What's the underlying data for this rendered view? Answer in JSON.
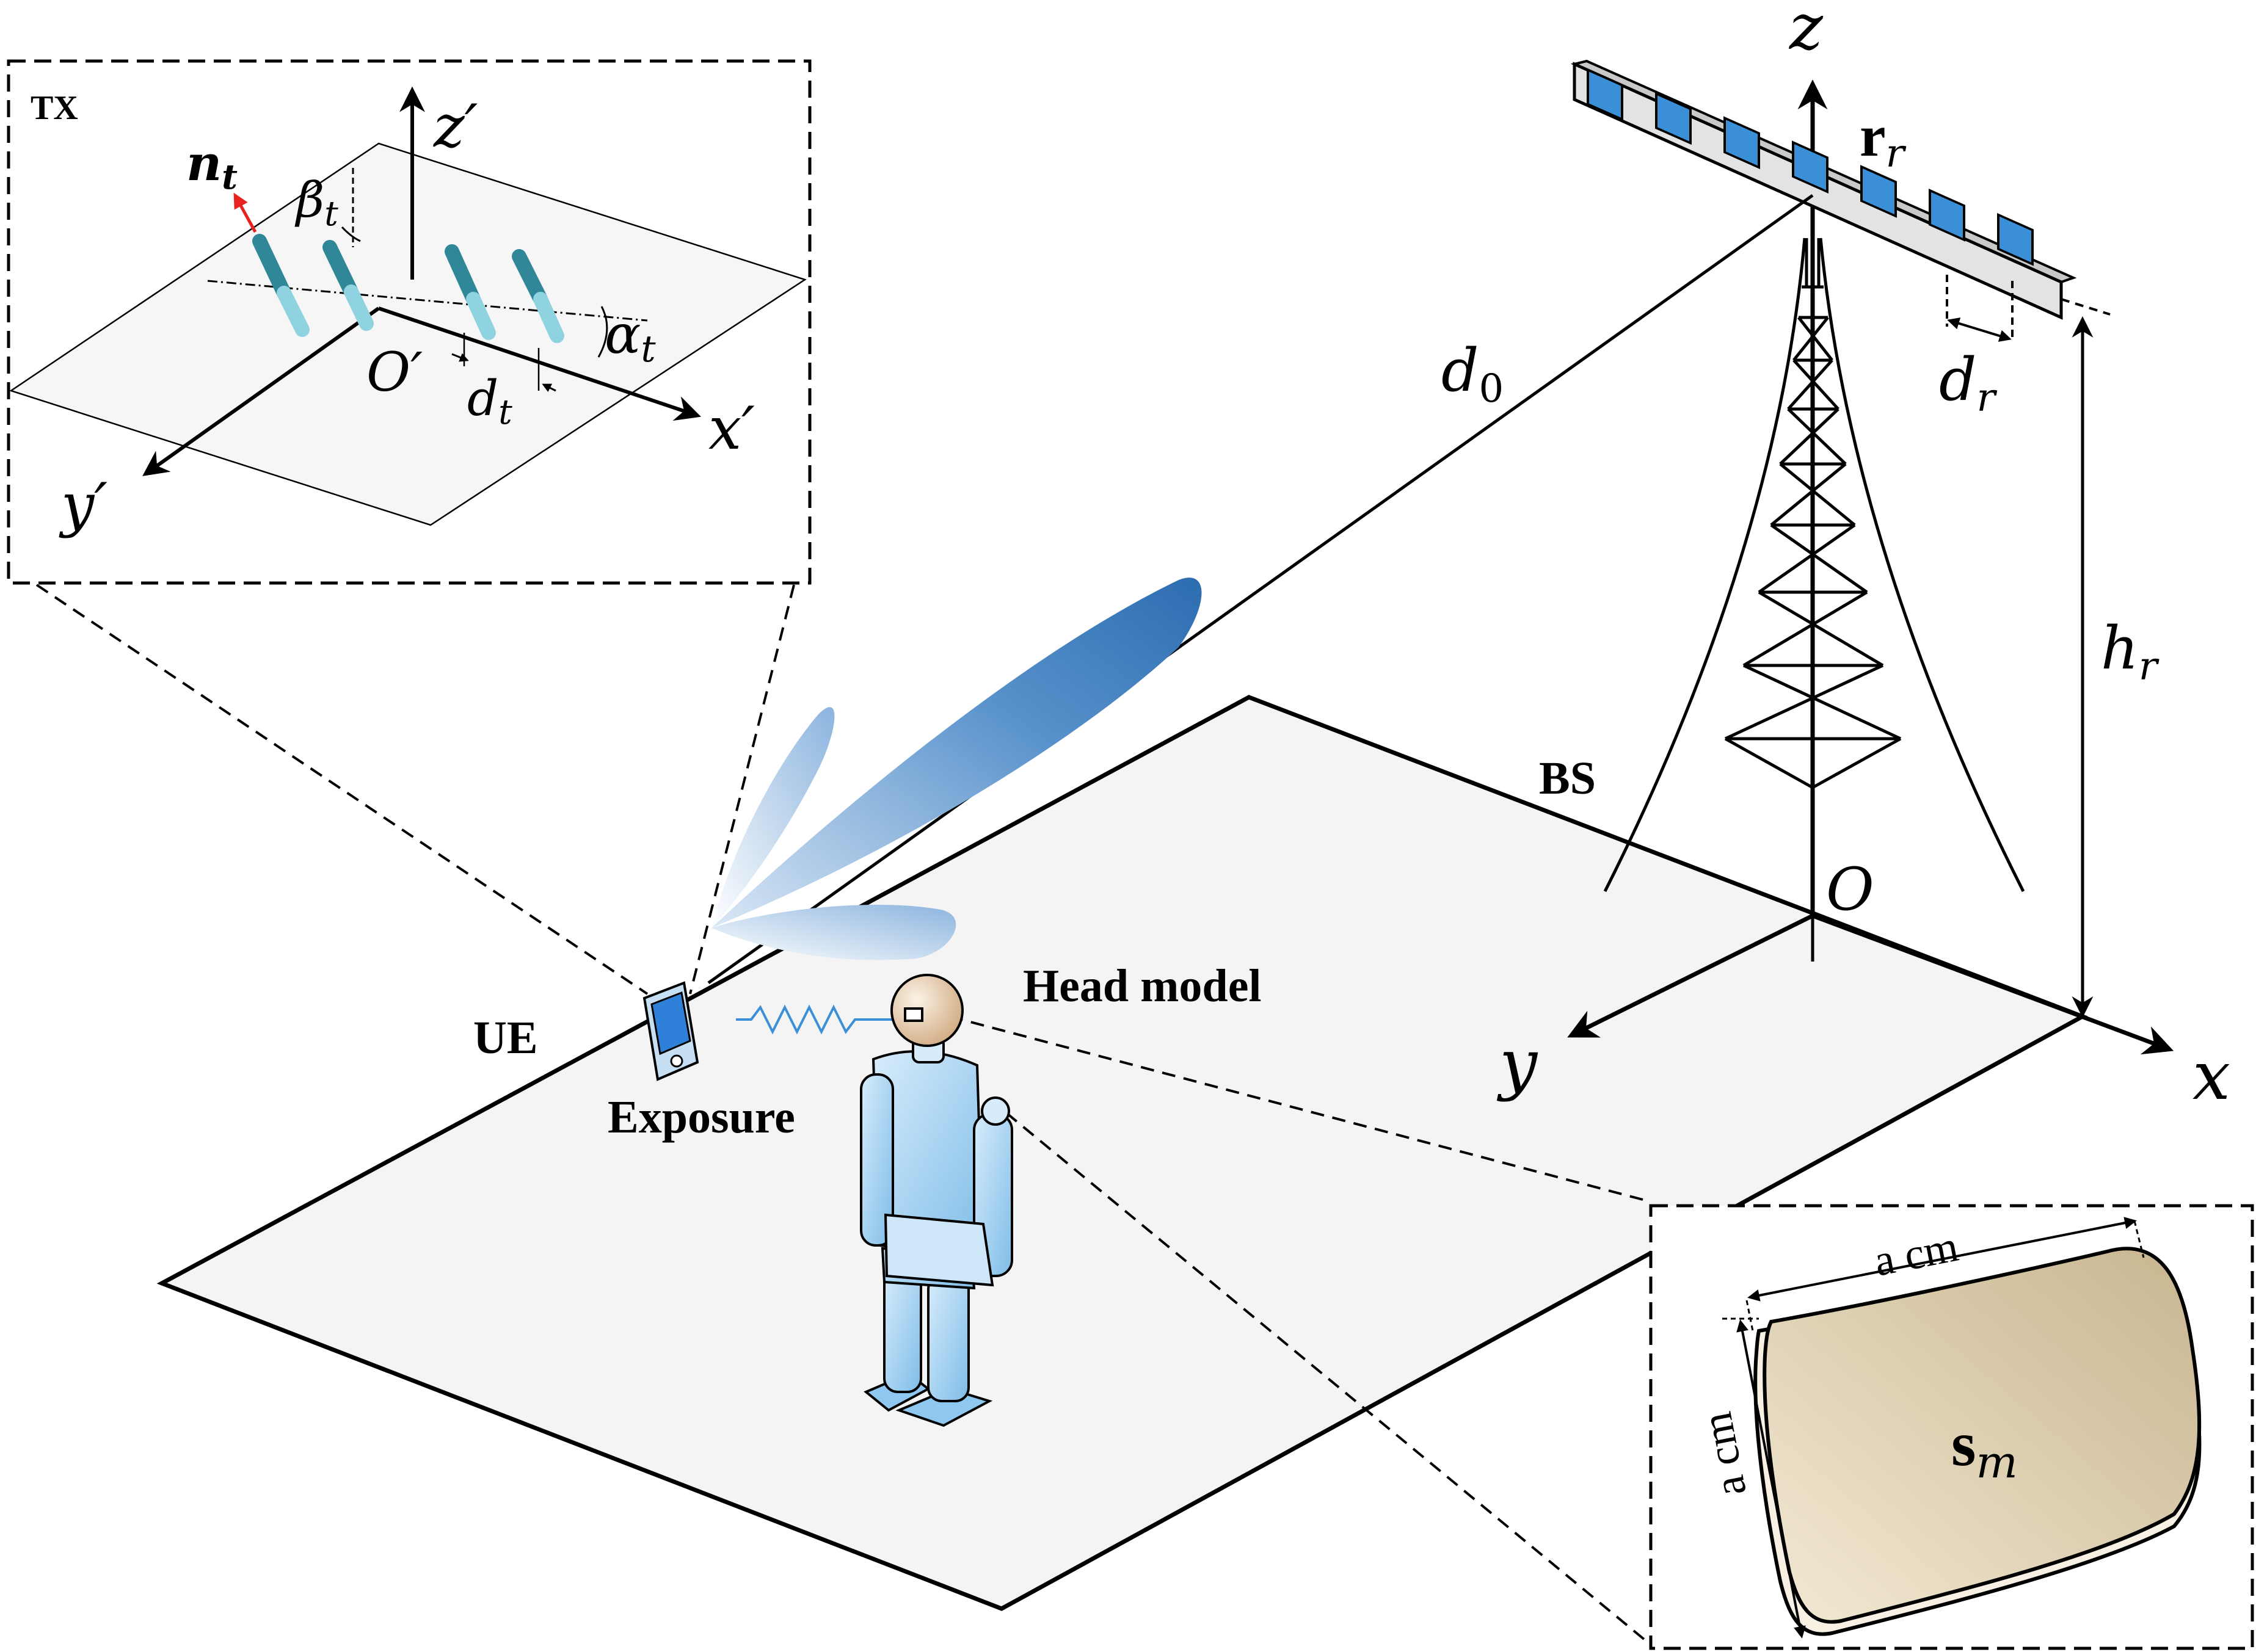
{
  "inset_tx": {
    "title": "TX",
    "normal_symbol": "n",
    "normal_sub": "t",
    "tilt_symbol": "β",
    "tilt_sub": "t",
    "origin_label": "O′",
    "spacing_symbol": "d",
    "spacing_sub": "t",
    "angle_symbol": "α",
    "angle_sub": "t",
    "axis_x": "x′",
    "axis_y": "y′",
    "axis_z": "z′"
  },
  "scene": {
    "axis_x": "x",
    "axis_y": "y",
    "axis_z": "z",
    "origin_label": "O",
    "bs_label": "BS",
    "ue_label": "UE",
    "exposure_label": "Exposure",
    "head_model_label": "Head model",
    "distance_symbol": "d",
    "distance_sub": "0",
    "height_symbol": "h",
    "height_sub": "r",
    "rx_pos_symbol": "r",
    "rx_pos_sub": "r",
    "rx_spacing_symbol": "d",
    "rx_spacing_sub": "r"
  },
  "inset_skin": {
    "side_top": "a cm",
    "side_left": "a cm",
    "patch_symbol": "s",
    "patch_sub": "m"
  },
  "colors": {
    "beam_dark": "#2b6cb0",
    "beam_light": "#dbe8f6",
    "antenna_element": "#3b8fd6",
    "dipole_dark": "#2f8797",
    "dipole_light": "#8fd3e0",
    "body": "#a8d4f2",
    "head": "#e8cfae",
    "skin_patch_light": "#f3e9d4",
    "skin_patch_dark": "#c8b58f",
    "ground": "#f4f4f4",
    "normal_arrow": "#e8231f"
  }
}
